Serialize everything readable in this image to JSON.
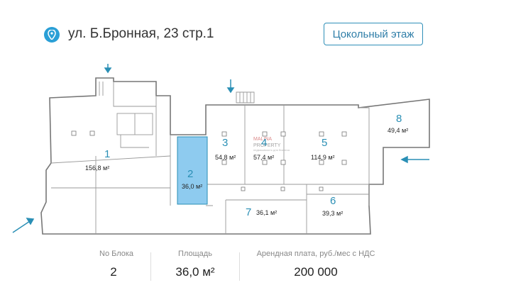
{
  "header": {
    "address": "ул. Б.Бронная, 23 стр.1",
    "floor_button": "Цокольный этаж",
    "accent_color": "#2a9fd6"
  },
  "watermark": {
    "line1": "MALINA",
    "line2": "PROPERTY",
    "line3": "недвижимость для бизнеса"
  },
  "blocks": [
    {
      "num": "1",
      "area": "156,8 м²",
      "selected": false
    },
    {
      "num": "2",
      "area": "36,0 м²",
      "selected": true
    },
    {
      "num": "3",
      "area": "54,8 м²",
      "selected": false
    },
    {
      "num": "4",
      "area": "57,4 м²",
      "selected": false
    },
    {
      "num": "5",
      "area": "114,9 м²",
      "selected": false
    },
    {
      "num": "6",
      "area": "39,3 м²",
      "selected": false
    },
    {
      "num": "7",
      "area": "36,1 м²",
      "selected": false
    },
    {
      "num": "8",
      "area": "49,4 м²",
      "selected": false
    }
  ],
  "selected_fill": "#8ecbef",
  "info": {
    "block_label": "No Блока",
    "block_value": "2",
    "area_label": "Площадь",
    "area_value": "36,0 м²",
    "rent_label": "Арендная плата, руб./мес с НДС",
    "rent_value": "200 000"
  }
}
